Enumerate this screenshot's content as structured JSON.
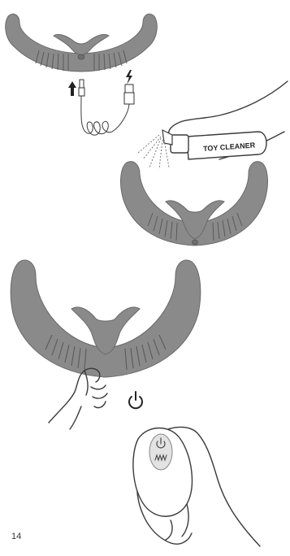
{
  "colors": {
    "device_fill": "#8a8a8a",
    "device_dark": "#6f6f6f",
    "outline": "#3a3a3a",
    "background": "#ffffff"
  },
  "steps": [
    {
      "name": "charging",
      "icons": [
        "arrow-up-icon",
        "lightning-bolt-icon",
        "usb-plug-icon"
      ]
    },
    {
      "name": "cleaning",
      "bottle_label": "TOY CLEANER"
    },
    {
      "name": "power-on",
      "icons": [
        "power-icon"
      ]
    },
    {
      "name": "remote",
      "icons": [
        "power-icon",
        "vibration-icon"
      ]
    }
  ],
  "page_number": "14"
}
